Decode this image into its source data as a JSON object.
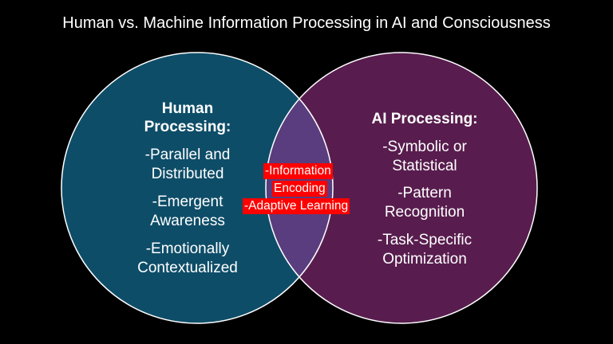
{
  "title": "Human vs. Machine Information Processing in AI and Consciousness",
  "colors": {
    "background": "#000000",
    "left_circle": "#0e4d68",
    "right_circle": "#581d4e",
    "overlap": "#5a3d7e",
    "outline": "#ffffff",
    "highlight": "#ff0000"
  },
  "left": {
    "heading": [
      "Human",
      "Processing:"
    ],
    "items": [
      [
        "-Parallel and",
        "Distributed"
      ],
      [
        "-Emergent",
        "Awareness"
      ],
      [
        "-Emotionally",
        "Contextualized"
      ]
    ]
  },
  "right": {
    "heading": "AI Processing:",
    "items": [
      [
        "-Symbolic or",
        "Statistical"
      ],
      [
        "-Pattern",
        "Recognition"
      ],
      [
        "-Task-Specific",
        "Optimization"
      ]
    ]
  },
  "overlap": {
    "items": [
      "-Information",
      "Encoding",
      "-Adaptive Learning"
    ]
  }
}
